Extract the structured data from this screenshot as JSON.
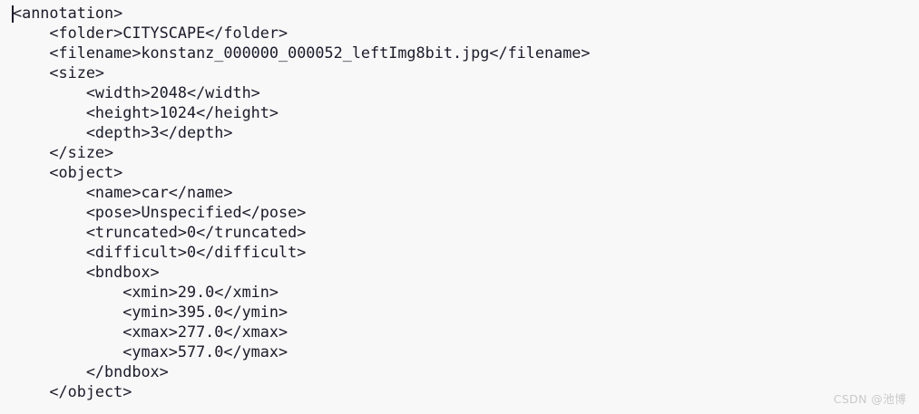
{
  "document": {
    "kind": "xml-annotation",
    "background_color": "#f8f8f8",
    "text_color": "#1b1b2a",
    "caret_visible": true,
    "lines": [
      "<annotation>",
      "    <folder>CITYSCAPE</folder>",
      "    <filename>konstanz_000000_000052_leftImg8bit.jpg</filename>",
      "    <size>",
      "        <width>2048</width>",
      "        <height>1024</height>",
      "        <depth>3</depth>",
      "    </size>",
      "    <object>",
      "        <name>car</name>",
      "        <pose>Unspecified</pose>",
      "        <truncated>0</truncated>",
      "        <difficult>0</difficult>",
      "        <bndbox>",
      "            <xmin>29.0</xmin>",
      "            <ymin>395.0</ymin>",
      "            <xmax>277.0</xmax>",
      "            <ymax>577.0</ymax>",
      "        </bndbox>",
      "    </object>"
    ],
    "values": {
      "folder": "CITYSCAPE",
      "filename": "konstanz_000000_000052_leftImg8bit.jpg",
      "size": {
        "width": "2048",
        "height": "1024",
        "depth": "3"
      },
      "object": {
        "name": "car",
        "pose": "Unspecified",
        "truncated": "0",
        "difficult": "0",
        "bndbox": {
          "xmin": "29.0",
          "ymin": "395.0",
          "xmax": "277.0",
          "ymax": "577.0"
        }
      }
    }
  },
  "watermark": {
    "text": "CSDN @池博",
    "color": "#c9c9c9"
  }
}
